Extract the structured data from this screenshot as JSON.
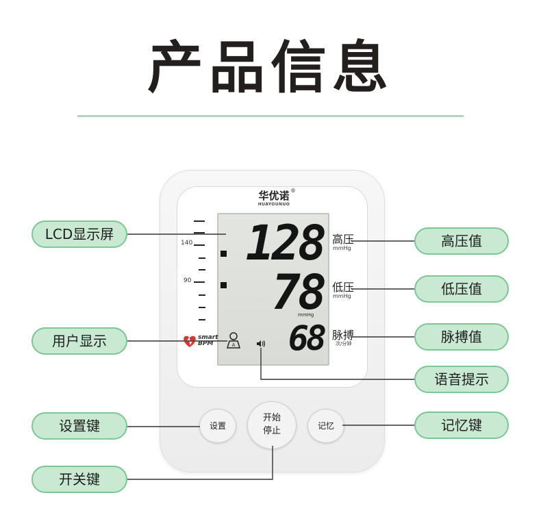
{
  "title": "产品信息",
  "colors": {
    "accent_rule": "#a9d8b7",
    "callout_fill": "#c9e9d2",
    "callout_border": "#7cc594",
    "lcd_background": "#dfe1dd",
    "heart_red": "#d93535"
  },
  "device": {
    "brand_cn": "华优诺",
    "brand_en": "HUAYOUNUO",
    "brand_reg": "®",
    "scale_labels": [
      "140",
      "90"
    ],
    "lcd": {
      "systolic": "128",
      "diastolic": "78",
      "pulse": "68",
      "unit": "mmHg"
    },
    "side_labels": {
      "high_pressure": "高压",
      "high_unit": "mmHg",
      "low_pressure": "低压",
      "low_unit": "mmHg",
      "pulse": "脉搏",
      "pulse_unit": "次/分钟"
    },
    "smart_bpm": [
      "smart",
      "BPM"
    ],
    "icons": {
      "heart": "heart-icon",
      "user": "user-icon",
      "speaker": "speaker-icon"
    },
    "buttons": {
      "settings": "设置",
      "start_line1": "开始",
      "start_line2": "停止",
      "memory": "记忆"
    }
  },
  "callouts": {
    "lcd_display": "LCD显示屏",
    "user_display": "用户显示",
    "settings_key": "设置键",
    "power_key": "开关键",
    "high_value": "高压值",
    "low_value": "低压值",
    "pulse_value": "脉搏值",
    "voice_prompt": "语音提示",
    "memory_key": "记忆键"
  }
}
